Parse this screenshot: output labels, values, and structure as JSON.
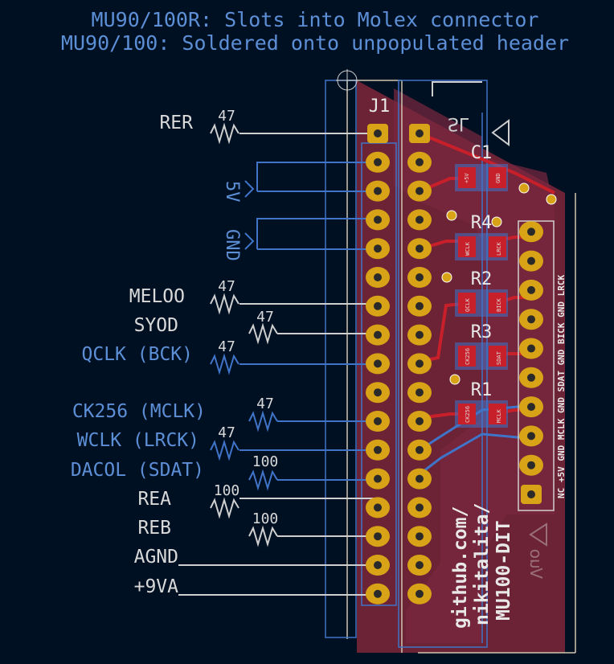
{
  "title_lines": [
    "MU90/100R: Slots into Molex connector",
    "MU90/100: Soldered onto unpopulated header"
  ],
  "colors": {
    "background": "#001023",
    "board": "#6c2335",
    "copper_red": "#c8202a",
    "copper_blue": "#3f74c8",
    "pad_gold": "#d8a316",
    "label_white": "#d9d9d9",
    "label_blue": "#5c8fd6",
    "wire": "#c9c9c9"
  },
  "header_ref": "J1",
  "power_labels": {
    "five_v": "5V",
    "gnd": "GND"
  },
  "signals": [
    {
      "label": "RER",
      "resistor": "47",
      "style": "white"
    },
    {
      "label": "MELOO",
      "resistor": "47",
      "style": "white"
    },
    {
      "label": "SYOD",
      "resistor": "47",
      "style": "white"
    },
    {
      "label": "QCLK (BCK)",
      "resistor": "47",
      "style": "blue"
    },
    {
      "label": "CK256 (MCLK)",
      "resistor": "47",
      "style": "blue"
    },
    {
      "label": "WCLK (LRCK)",
      "resistor": "47",
      "style": "blue"
    },
    {
      "label": "DACOL (SDAT)",
      "resistor": "100",
      "style": "blue"
    },
    {
      "label": "REA",
      "resistor": "100",
      "style": "white"
    },
    {
      "label": "REB",
      "resistor": "100",
      "style": "white"
    },
    {
      "label": "AGND",
      "resistor": "",
      "style": "white"
    },
    {
      "label": "+9VA",
      "resistor": "",
      "style": "white"
    }
  ],
  "components": {
    "C1": {
      "ref": "C1",
      "pin1": "+5V",
      "pin2": "GND"
    },
    "R4": {
      "ref": "R4",
      "pin1": "WCLK",
      "pin2": "LRCK"
    },
    "R2": {
      "ref": "R2",
      "pin1": "QCLK",
      "pin2": "BICK"
    },
    "R3": {
      "ref": "R3",
      "pin1": "CK256",
      "pin2": "SDAT"
    },
    "R1": {
      "ref": "R1",
      "pin1": "CK256",
      "pin2": "MCLK"
    }
  },
  "pin_header_labels": "NC +5V GND MCLK GND SDAT GND BICK GND LRCK",
  "silkscreen_url": [
    "github.com/",
    "nikitalita/",
    "MU100-DIT"
  ],
  "silkscreen_mirrored": "SL",
  "silkscreen_mirrored_bottom": "Vuo"
}
